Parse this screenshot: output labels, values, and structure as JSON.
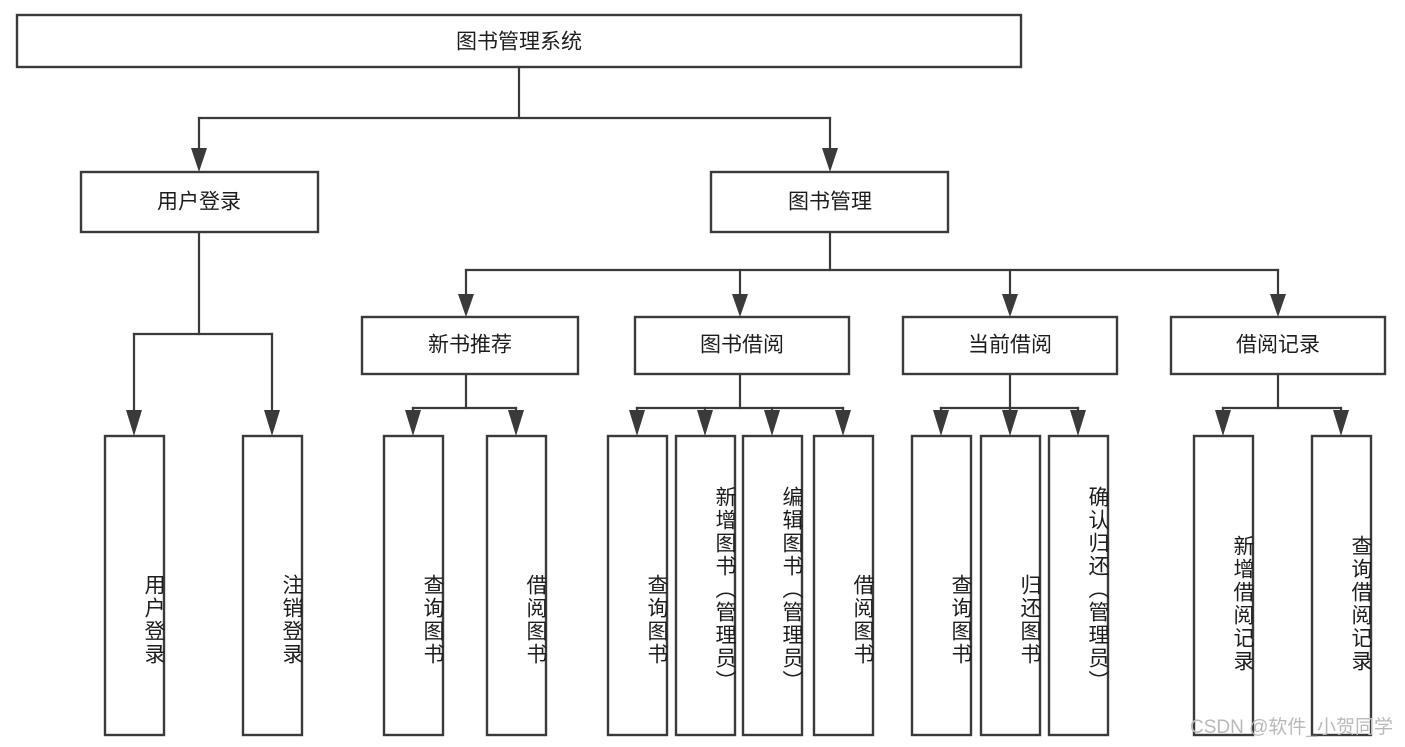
{
  "diagram": {
    "title": "图书管理系统",
    "type": "tree-hierarchy",
    "root": {
      "id": "root",
      "label": "图书管理系统",
      "orientation": "horizontal"
    },
    "level1": [
      {
        "id": "user-login",
        "label": "用户登录",
        "orientation": "horizontal"
      },
      {
        "id": "book-management",
        "label": "图书管理",
        "orientation": "horizontal"
      }
    ],
    "level2": [
      {
        "id": "new-book-recommend",
        "label": "新书推荐",
        "parent": "book-management",
        "orientation": "horizontal"
      },
      {
        "id": "book-borrow",
        "label": "图书借阅",
        "parent": "book-management",
        "orientation": "horizontal"
      },
      {
        "id": "current-borrow",
        "label": "当前借阅",
        "parent": "book-management",
        "orientation": "horizontal"
      },
      {
        "id": "borrow-record",
        "label": "借阅记录",
        "parent": "book-management",
        "orientation": "horizontal"
      }
    ],
    "leaves": [
      {
        "id": "leaf-user-login",
        "label": "用户登录",
        "parent": "user-login",
        "orientation": "vertical"
      },
      {
        "id": "leaf-user-logout",
        "label": "注销登录",
        "parent": "user-login",
        "orientation": "vertical"
      },
      {
        "id": "leaf-query-book-1",
        "label": "查询图书",
        "parent": "new-book-recommend",
        "orientation": "vertical"
      },
      {
        "id": "leaf-borrow-book-1",
        "label": "借阅图书",
        "parent": "new-book-recommend",
        "orientation": "vertical"
      },
      {
        "id": "leaf-query-book-2",
        "label": "查询图书",
        "parent": "book-borrow",
        "orientation": "vertical"
      },
      {
        "id": "leaf-add-book",
        "label": "新增图书（管理员）",
        "parent": "book-borrow",
        "orientation": "vertical"
      },
      {
        "id": "leaf-edit-book",
        "label": "编辑图书（管理员）",
        "parent": "book-borrow",
        "orientation": "vertical"
      },
      {
        "id": "leaf-borrow-book-2",
        "label": "借阅图书",
        "parent": "book-borrow",
        "orientation": "vertical"
      },
      {
        "id": "leaf-query-book-3",
        "label": "查询图书",
        "parent": "current-borrow",
        "orientation": "vertical"
      },
      {
        "id": "leaf-return-book",
        "label": "归还图书",
        "parent": "current-borrow",
        "orientation": "vertical"
      },
      {
        "id": "leaf-confirm-return",
        "label": "确认归还（管理员）",
        "parent": "current-borrow",
        "orientation": "vertical"
      },
      {
        "id": "leaf-add-record",
        "label": "新增借阅记录",
        "parent": "borrow-record",
        "orientation": "vertical"
      },
      {
        "id": "leaf-query-record",
        "label": "查询借阅记录",
        "parent": "borrow-record",
        "orientation": "vertical"
      }
    ],
    "watermark": "CSDN @软件_小贺同学",
    "colors": {
      "stroke": "#3a3a3a",
      "box_fill": "#ffffff",
      "text": "#1d1d1d",
      "background": "#ffffff",
      "watermark": "#b9b9b9"
    }
  }
}
